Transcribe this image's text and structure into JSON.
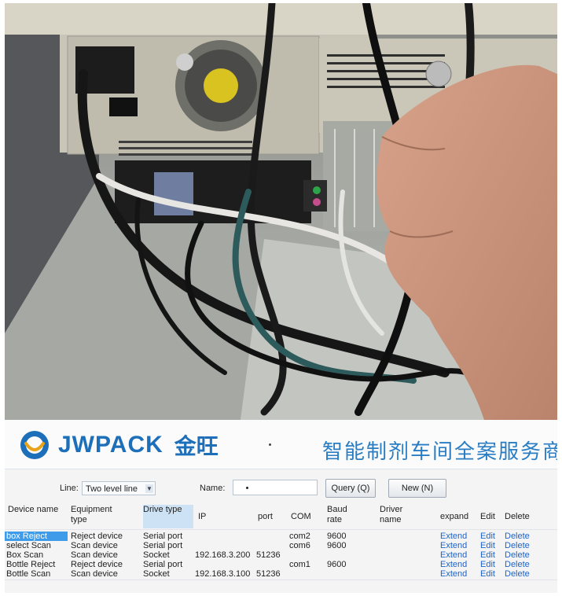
{
  "photo": {
    "subject": "photo-of-computer-back-panel",
    "fan_text": "",
    "label_text": ""
  },
  "banner": {
    "brand": "JWPACK",
    "brand_cn": "金旺",
    "slogan": "智能制剂车间全案服务商"
  },
  "toolbar": {
    "line_label": "Line:",
    "line_value": "Two level line",
    "name_label": "Name:",
    "name_value": "",
    "query_label": "Query (Q)",
    "new_label": "New (N)"
  },
  "table": {
    "headers": [
      "Device name",
      "Equipment type",
      "Drive type",
      "IP",
      "port",
      "COM",
      "Baud rate",
      "Driver name",
      "expand",
      "Edit",
      "Delete"
    ],
    "rows": [
      {
        "name": "box Reject",
        "equipment": "Reject device",
        "drive": "Serial port",
        "ip": "",
        "port": "",
        "com": "com2",
        "baud": "9600",
        "driver": "",
        "expand": "Extend",
        "edit": "Edit",
        "delete": "Delete"
      },
      {
        "name": "select Scan",
        "equipment": "Scan device",
        "drive": "Serial port",
        "ip": "",
        "port": "",
        "com": "com6",
        "baud": "9600",
        "driver": "",
        "expand": "Extend",
        "edit": "Edit",
        "delete": "Delete"
      },
      {
        "name": "Box Scan",
        "equipment": "Scan device",
        "drive": "Socket",
        "ip": "192.168.3.200",
        "port": "51236",
        "com": "",
        "baud": "",
        "driver": "",
        "expand": "Extend",
        "edit": "Edit",
        "delete": "Delete"
      },
      {
        "name": "Bottle Reject",
        "equipment": "Reject device",
        "drive": "Serial port",
        "ip": "",
        "port": "",
        "com": "com1",
        "baud": "9600",
        "driver": "",
        "expand": "Extend",
        "edit": "Edit",
        "delete": "Delete"
      },
      {
        "name": "Bottle Scan",
        "equipment": "Scan device",
        "drive": "Socket",
        "ip": "192.168.3.100",
        "port": "51236",
        "com": "",
        "baud": "",
        "driver": "",
        "expand": "Extend",
        "edit": "Edit",
        "delete": "Delete"
      }
    ]
  },
  "colors": {
    "brand": "#1c6fb8",
    "selection": "#3d9be9",
    "link": "#1b64c8"
  }
}
